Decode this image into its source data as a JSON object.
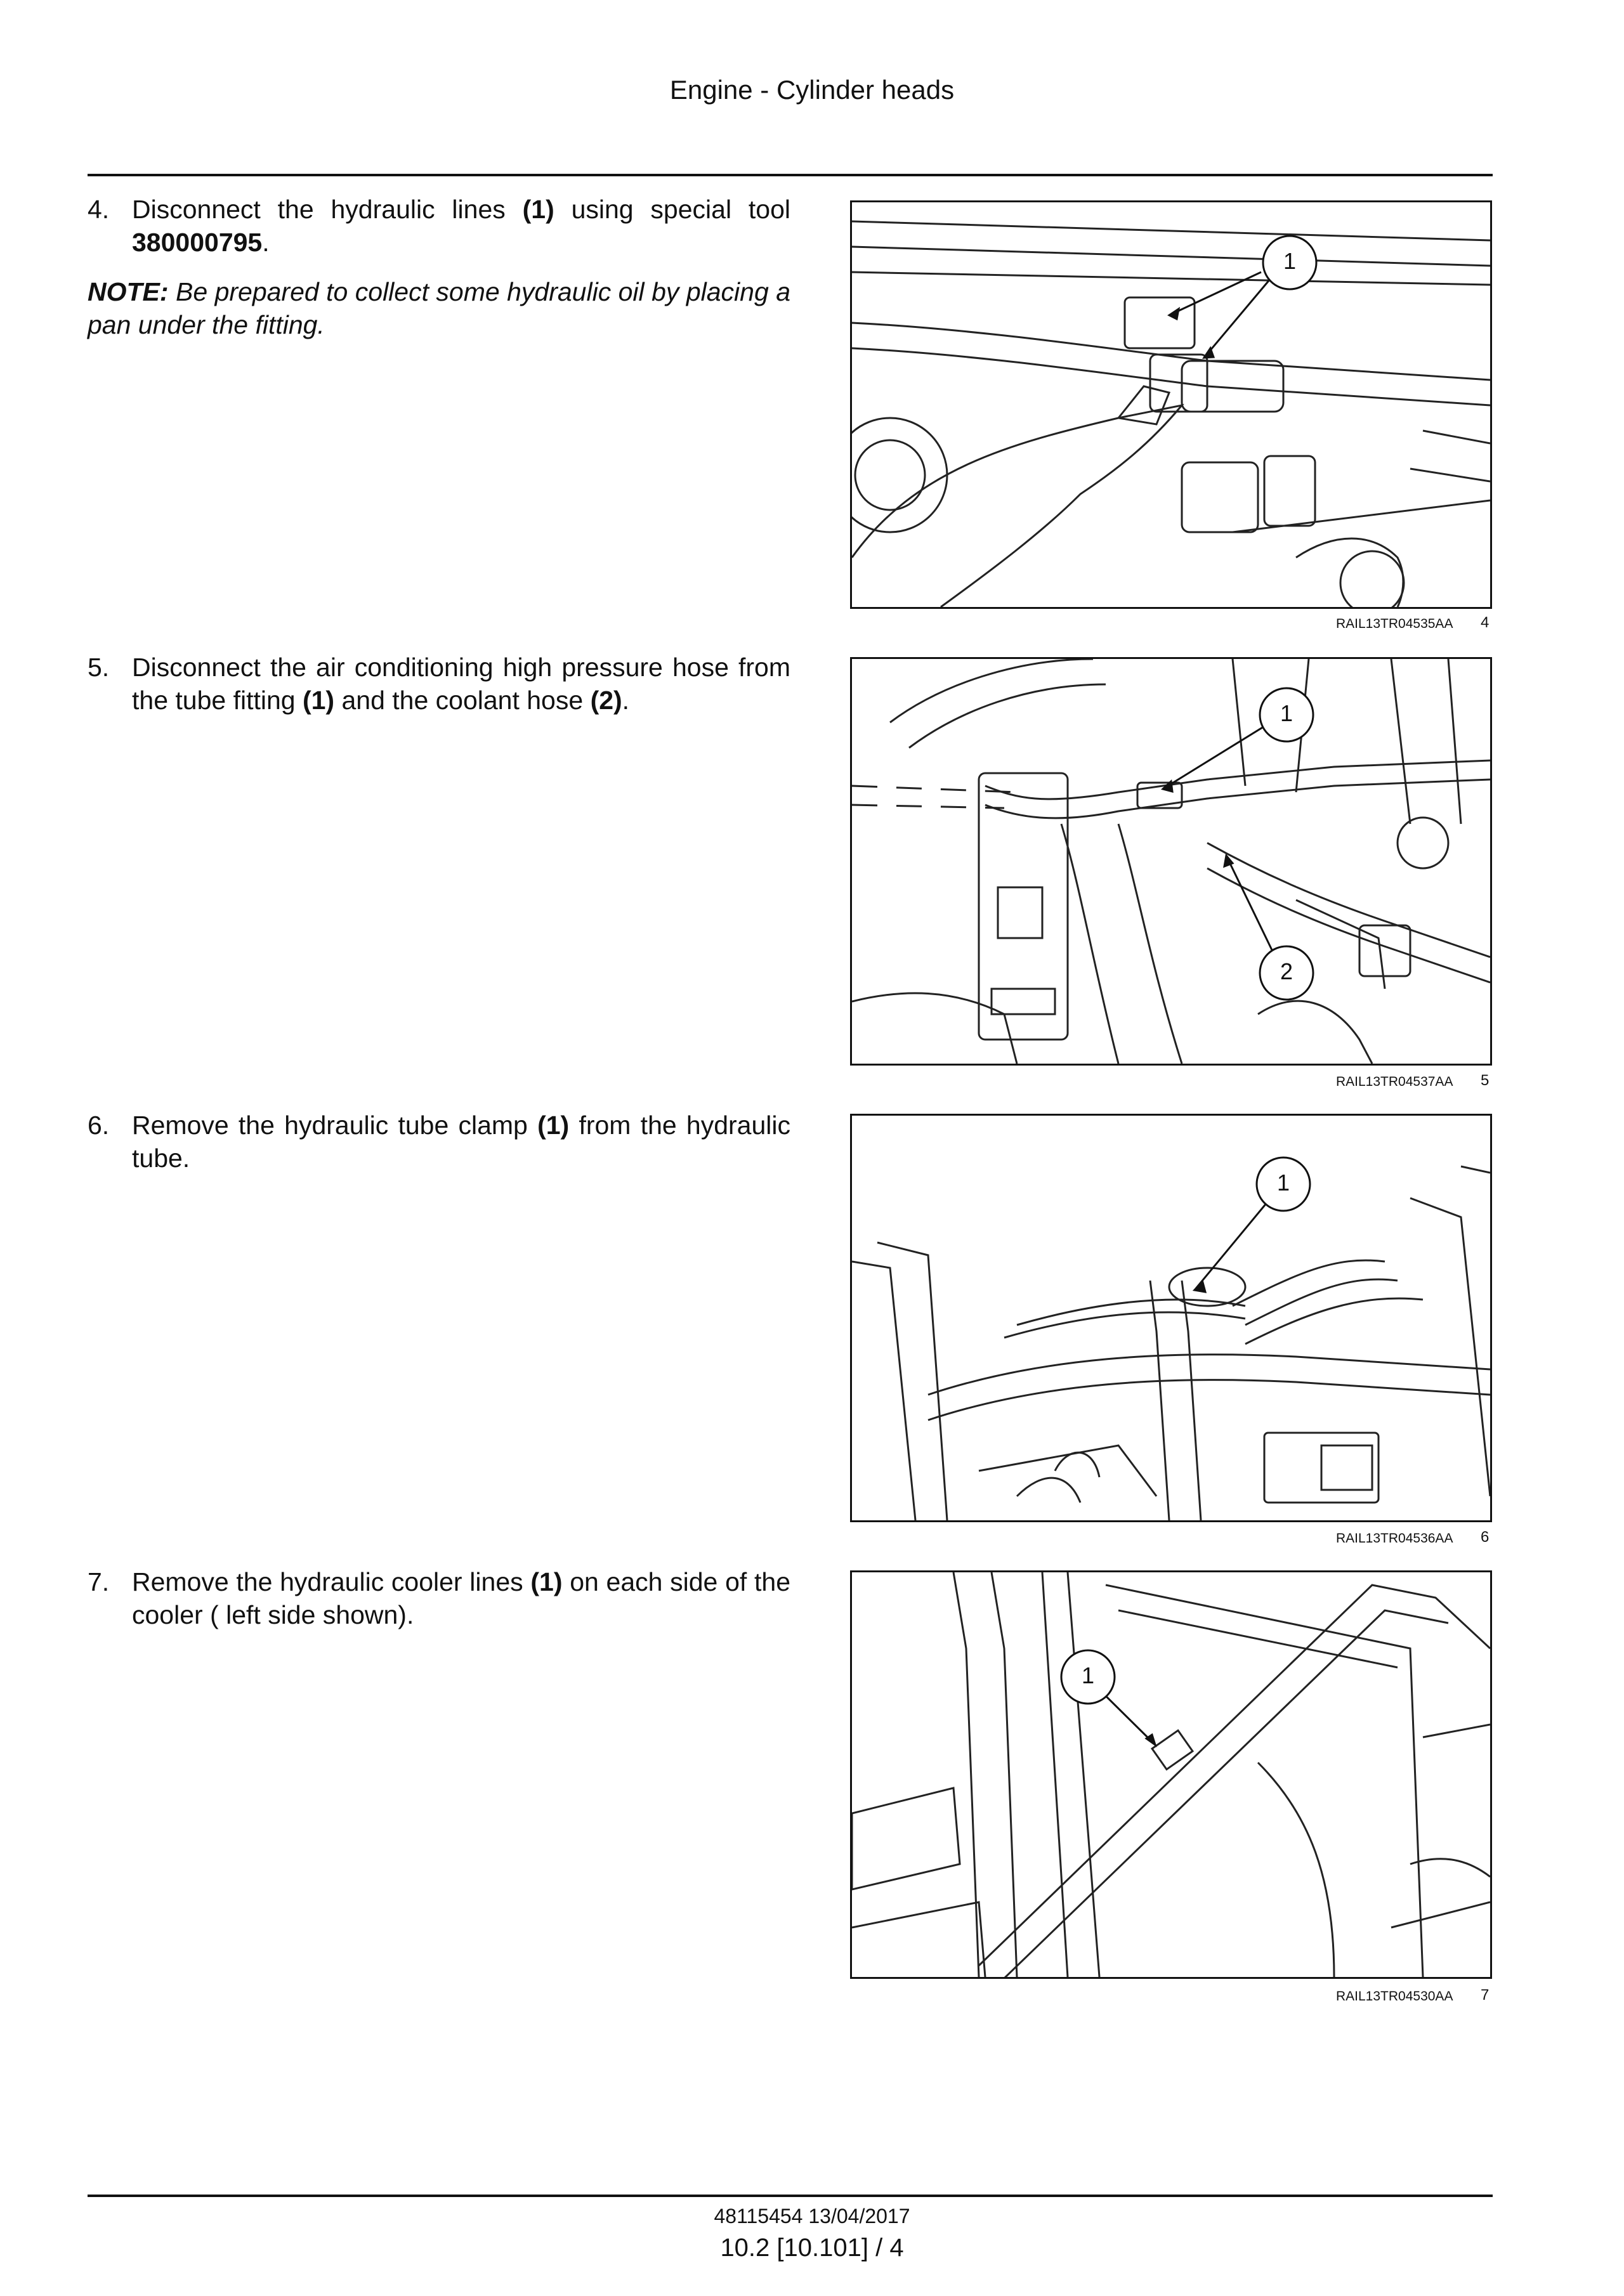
{
  "header": {
    "title": "Engine - Cylinder heads"
  },
  "steps": [
    {
      "num": "4.",
      "pre": "Disconnect the hydraulic lines ",
      "b1": "(1)",
      "mid": " using special tool ",
      "b2": "380000795",
      "post": ".",
      "note_label": "NOTE:",
      "note_text": " Be prepared to collect some hydraulic oil by placing a pan under the fitting."
    },
    {
      "num": "5.",
      "pre": "Disconnect the air conditioning high pressure hose from the tube fitting ",
      "b1": "(1)",
      "mid": " and the coolant hose ",
      "b2": "(2)",
      "post": "."
    },
    {
      "num": "6.",
      "pre": "Remove the hydraulic tube clamp ",
      "b1": "(1)",
      "post": " from the hydraulic tube."
    },
    {
      "num": "7.",
      "pre": "Remove the hydraulic cooler lines ",
      "b1": "(1)",
      "post": " on each side of the cooler ( left side shown)."
    }
  ],
  "figures": [
    {
      "caption": "RAIL13TR04535AA",
      "number": "4",
      "callouts": [
        "1"
      ]
    },
    {
      "caption": "RAIL13TR04537AA",
      "number": "5",
      "callouts": [
        "1",
        "2"
      ]
    },
    {
      "caption": "RAIL13TR04536AA",
      "number": "6",
      "callouts": [
        "1"
      ]
    },
    {
      "caption": "RAIL13TR04530AA",
      "number": "7",
      "callouts": [
        "1"
      ]
    }
  ],
  "footer": {
    "doc_date": "48115454 13/04/2017",
    "page_ref": "10.2 [10.101] / 4"
  }
}
